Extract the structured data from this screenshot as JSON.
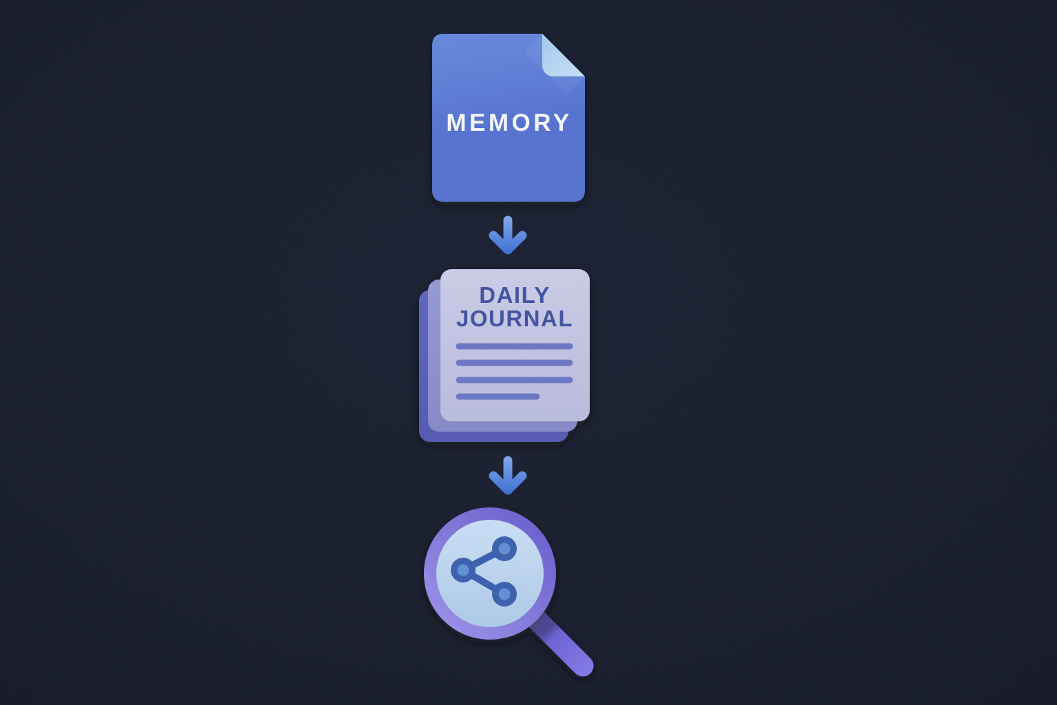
{
  "page": {
    "kind": "illustration-flow-diagram",
    "direction": "vertical"
  },
  "colors": {
    "background_center": "#1b2132",
    "background_edge": "#151a27",
    "file_top": "#6c8fe0",
    "file_bottom": "#5672d0",
    "fold_light": "#a7cbec",
    "fold_lighter": "#c2dff6",
    "memory_text": "#f4f7fd",
    "arrow_top": "#7ea7e9",
    "arrow_bottom": "#3e6fd3",
    "page_front_top": "#cacbe6",
    "page_front_bottom": "#b9bbdb",
    "page_middle": "#8f92cf",
    "page_back_top": "#6165bd",
    "page_back_bottom": "#5559b0",
    "journal_text": "#4253a2",
    "journal_rule": "#6c76c3",
    "ring_light": "#9c90e7",
    "ring_dark": "#695fcd",
    "lens_top": "#c9def3",
    "lens_bottom": "#adcae8",
    "share_color": "#3a60ae",
    "share_node_center": "#6190d4",
    "handle_dark": "#453f76",
    "handle_main": "#6a60d2",
    "handle_end": "#8076e4"
  },
  "flow": {
    "connector": "arrow-down",
    "steps": [
      {
        "id": "memory",
        "icon": "file-document-icon",
        "label": "MEMORY"
      },
      {
        "id": "daily-journal",
        "icon": "stacked-pages-icon",
        "label_line1": "DAILY",
        "label_line2": "JOURNAL",
        "rule_lines": 4
      },
      {
        "id": "analysis",
        "icon": "magnifier-share-icon",
        "label": ""
      }
    ]
  }
}
